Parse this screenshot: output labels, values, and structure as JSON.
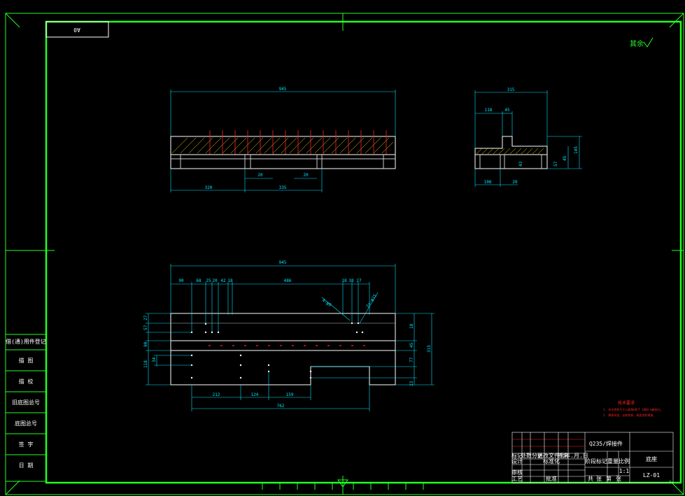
{
  "colors": {
    "background": "#000000",
    "border": "#22ff22",
    "drawing": "#ffffff",
    "dimension": "#00e5ff",
    "hatch": "#ffd400",
    "red": "#ff2222",
    "gray": "#c8c8c8"
  },
  "sheet": {
    "size_label": "A0",
    "top_right_note": "其余",
    "left_block": [
      "借(通)用件登记",
      "描 图",
      "描 校",
      "旧底图总号",
      "底图总号",
      "签 字",
      "日 期"
    ]
  },
  "front_view": {
    "overall_width": "945",
    "dims_bottom": [
      "320",
      "20",
      "335",
      "20"
    ]
  },
  "side_view": {
    "overall_width": "315",
    "dims_top": [
      "118",
      "45"
    ],
    "dims_right": [
      "145",
      "45",
      "43",
      "57"
    ],
    "dims_bottom": [
      "108",
      "20"
    ]
  },
  "plan_view": {
    "overall_width": "945",
    "dims_top": [
      "90",
      "68",
      "25",
      "20",
      "42",
      "18",
      "486",
      "18",
      "38",
      "27"
    ],
    "callouts": [
      "4-φ9",
      "2×-φ15"
    ],
    "dims_left": [
      "27",
      "57",
      "90",
      "34",
      "118"
    ],
    "dims_right": [
      "18",
      "45",
      "77",
      "23",
      "315"
    ],
    "dims_bottom": [
      "212",
      "124",
      "159",
      "762"
    ]
  },
  "tech_notes": {
    "title": "技术要求",
    "lines": [
      "1. 未注线性尺寸公差按GB/T 1804-m级执行。",
      "2. 焊接牢固，去除毛刺，表面涂防锈漆。"
    ]
  },
  "title_block": {
    "material": "Q235/焊接件",
    "part_name": "底座",
    "drawing_no": "LZ-01",
    "cells": [
      "标记",
      "处数",
      "分区",
      "更改文件号",
      "签名",
      "年.月.日",
      "设计",
      "标准化",
      "审核",
      "工艺",
      "批准",
      "阶段标记",
      "重量",
      "比例",
      "1:1",
      "共",
      "张",
      "第",
      "张"
    ]
  }
}
